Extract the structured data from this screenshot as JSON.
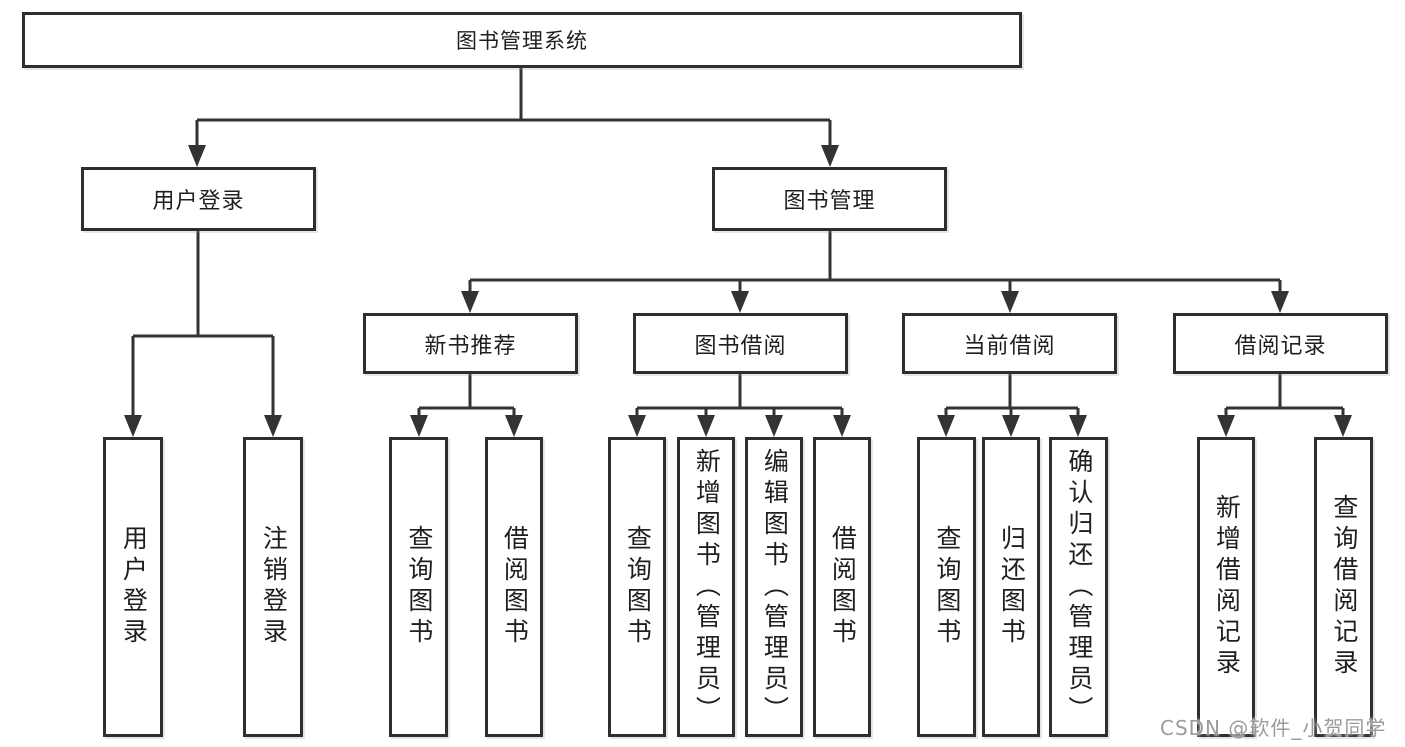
{
  "tree": {
    "root": {
      "label": "图书管理系统"
    },
    "level2": [
      {
        "label": "用户登录",
        "leaves": [
          "用户登录",
          "注销登录"
        ]
      },
      {
        "label": "图书管理",
        "groups": [
          {
            "label": "新书推荐",
            "leaves": [
              "查询图书",
              "借阅图书"
            ]
          },
          {
            "label": "图书借阅",
            "leaves": [
              "查询图书",
              "新增图书（管理员）",
              "编辑图书（管理员）",
              "借阅图书"
            ]
          },
          {
            "label": "当前借阅",
            "leaves": [
              "查询图书",
              "归还图书",
              "确认归还（管理员）"
            ]
          },
          {
            "label": "借阅记录",
            "leaves": [
              "新增借阅记录",
              "查询借阅记录"
            ]
          }
        ]
      }
    ]
  },
  "watermark": "CSDN @软件_小贺同学",
  "colors": {
    "line": "#333333",
    "box_border": "#2e2e2e",
    "text": "#1f1f1f",
    "watermark": "#9b9b9b",
    "background": "#ffffff"
  }
}
